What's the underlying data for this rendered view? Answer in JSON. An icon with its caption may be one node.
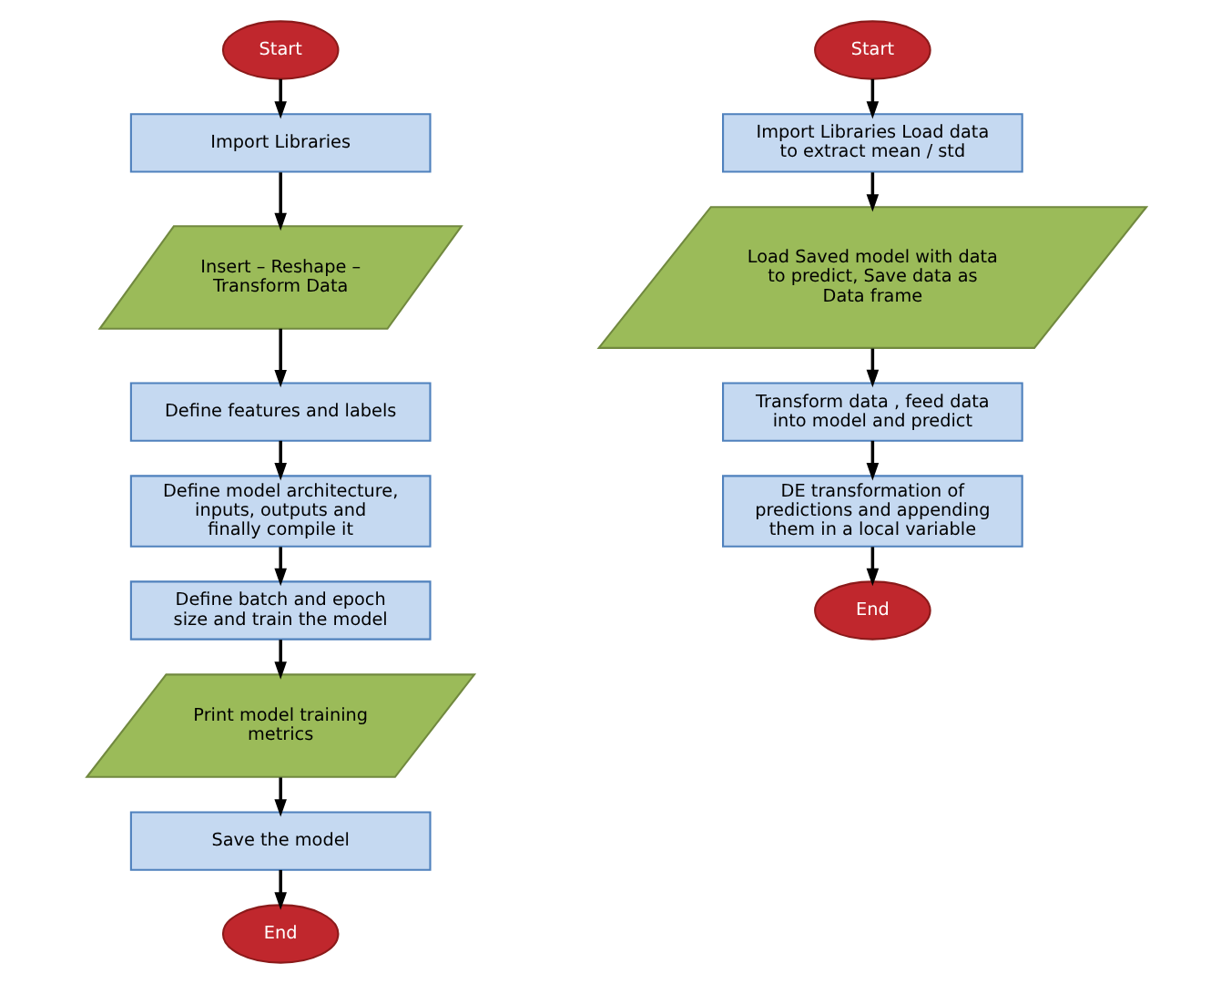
{
  "diagram": {
    "nodes": [
      {
        "text": [
          "Start"
        ]
      },
      {
        "text": [
          "Import Libraries"
        ]
      },
      {
        "text": [
          "Insert – Reshape – Transform Data"
        ]
      },
      {
        "text": [
          "Define features and labels"
        ]
      },
      {
        "text": [
          "Define model architecture, inputs, outputs and finally compile it"
        ]
      },
      {
        "text": [
          "Define batch and epoch size and train the model"
        ]
      },
      {
        "text": [
          "Print model training metrics"
        ]
      },
      {
        "text": [
          "Save the model"
        ]
      },
      {
        "text": [
          "End"
        ]
      },
      {
        "text": [
          "Start"
        ]
      },
      {
        "text": [
          "Import Libraries Load data to extract mean / std"
        ]
      },
      {
        "text": [
          "Load Saved model with data to predict, Save data as Data frame"
        ]
      },
      {
        "text": [
          "Transform data , feed data into model and predict"
        ]
      },
      {
        "text": [
          "DE transformation of predictions and appending them in a local variable"
        ]
      },
      {
        "text": [
          "End"
        ]
      }
    ],
    "edges": [
      {
        "from": 0,
        "to": 1,
        "arrow": "to"
      },
      {
        "from": 1,
        "to": 2,
        "arrow": "to"
      },
      {
        "from": 2,
        "to": 3,
        "arrow": "to"
      },
      {
        "from": 3,
        "to": 4,
        "arrow": "to"
      },
      {
        "from": 4,
        "to": 5,
        "arrow": "to"
      },
      {
        "from": 5,
        "to": 6,
        "arrow": "to"
      },
      {
        "from": 6,
        "to": 7,
        "arrow": "to"
      },
      {
        "from": 7,
        "to": 8,
        "arrow": "to"
      },
      {
        "from": 9,
        "to": 10,
        "arrow": "to"
      },
      {
        "from": 10,
        "to": 11,
        "arrow": "to"
      },
      {
        "from": 11,
        "to": 12,
        "arrow": "to"
      },
      {
        "from": 12,
        "to": 13,
        "arrow": "to"
      },
      {
        "from": 13,
        "to": 14,
        "arrow": "to"
      }
    ]
  }
}
